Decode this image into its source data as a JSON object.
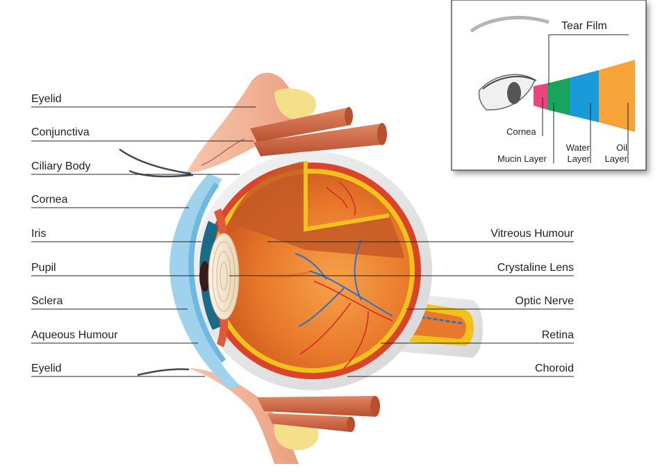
{
  "labels_left": [
    {
      "text": "Eyelid"
    },
    {
      "text": "Conjunctiva"
    },
    {
      "text": "Ciliary Body"
    },
    {
      "text": "Cornea"
    },
    {
      "text": "Iris"
    },
    {
      "text": "Pupil"
    },
    {
      "text": "Sclera"
    },
    {
      "text": "Aqueous Humour"
    },
    {
      "text": "Eyelid"
    }
  ],
  "labels_right": [
    {
      "text": "Vitreous Humour"
    },
    {
      "text": "Crystaline Lens"
    },
    {
      "text": "Optic Nerve"
    },
    {
      "text": "Retina"
    },
    {
      "text": "Choroid"
    }
  ],
  "inset": {
    "title": "Tear Film",
    "cornea": "Cornea",
    "mucin": "Mucin Layer",
    "water_1": "Water",
    "water_2": "Layer",
    "oil_1": "Oil",
    "oil_2": "Layer"
  },
  "colors": {
    "label_line": "#222222",
    "tear_pink": "#e8467c",
    "tear_green": "#18a45a",
    "tear_blue": "#1a9ad8",
    "tear_orange": "#f6a33a",
    "vitreous": "#e87a2a",
    "sclera": "#e8e8e8",
    "choroid": "#d9442a",
    "retina": "#f2c21c",
    "cornea": "#9fd2ec",
    "muscle": "#d0694a",
    "eyelid": "#f0b494"
  }
}
